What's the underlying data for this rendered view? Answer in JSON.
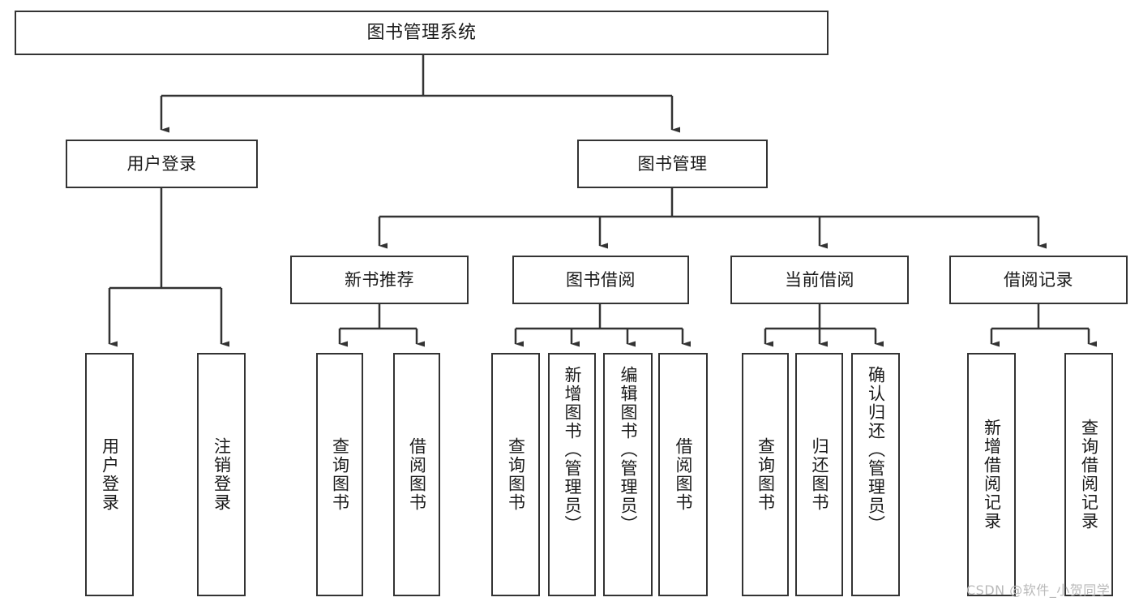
{
  "diagram": {
    "type": "tree-hierarchy-flowchart",
    "title": "图书管理系统",
    "orientation": "top-down",
    "colors": {
      "box_border": "#333333",
      "box_fill": "#ffffff",
      "edge": "#333333",
      "text": "#1a1a1a",
      "watermark": "#b9b9b9"
    },
    "levels": [
      {
        "level": 1,
        "nodes": [
          {
            "id": "root",
            "label": "图书管理系统",
            "orientation": "horizontal"
          }
        ]
      },
      {
        "level": 2,
        "nodes": [
          {
            "id": "user-login",
            "label": "用户登录",
            "orientation": "horizontal",
            "parent": "root"
          },
          {
            "id": "book-manage",
            "label": "图书管理",
            "orientation": "horizontal",
            "parent": "root"
          }
        ]
      },
      {
        "level": 3,
        "nodes": [
          {
            "id": "new-book-rec",
            "label": "新书推荐",
            "orientation": "horizontal",
            "parent": "book-manage"
          },
          {
            "id": "book-borrow",
            "label": "图书借阅",
            "orientation": "horizontal",
            "parent": "book-manage"
          },
          {
            "id": "current-borrow",
            "label": "当前借阅",
            "orientation": "horizontal",
            "parent": "book-manage"
          },
          {
            "id": "borrow-record",
            "label": "借阅记录",
            "orientation": "horizontal",
            "parent": "book-manage"
          }
        ]
      },
      {
        "level": 4,
        "nodes": [
          {
            "id": "leaf-user-login",
            "label": "用户登录",
            "orientation": "vertical",
            "parent": "user-login"
          },
          {
            "id": "leaf-logout",
            "label": "注销登录",
            "orientation": "vertical",
            "parent": "user-login"
          },
          {
            "id": "leaf-query-book-1",
            "label": "查询图书",
            "orientation": "vertical",
            "parent": "new-book-rec"
          },
          {
            "id": "leaf-borrow-book-1",
            "label": "借阅图书",
            "orientation": "vertical",
            "parent": "new-book-rec"
          },
          {
            "id": "leaf-query-book-2",
            "label": "查询图书",
            "orientation": "vertical",
            "parent": "book-borrow"
          },
          {
            "id": "leaf-add-book",
            "label": "新增图书（管理员）",
            "orientation": "vertical",
            "parent": "book-borrow"
          },
          {
            "id": "leaf-edit-book",
            "label": "编辑图书（管理员）",
            "orientation": "vertical",
            "parent": "book-borrow"
          },
          {
            "id": "leaf-borrow-book-2",
            "label": "借阅图书",
            "orientation": "vertical",
            "parent": "book-borrow"
          },
          {
            "id": "leaf-query-book-3",
            "label": "查询图书",
            "orientation": "vertical",
            "parent": "current-borrow"
          },
          {
            "id": "leaf-return-book",
            "label": "归还图书",
            "orientation": "vertical",
            "parent": "current-borrow"
          },
          {
            "id": "leaf-confirm-return",
            "label": "确认归还（管理员）",
            "orientation": "vertical",
            "parent": "current-borrow"
          },
          {
            "id": "leaf-add-record",
            "label": "新增借阅记录",
            "orientation": "vertical",
            "parent": "borrow-record"
          },
          {
            "id": "leaf-query-record",
            "label": "查询借阅记录",
            "orientation": "vertical",
            "parent": "borrow-record"
          }
        ]
      }
    ]
  },
  "watermark": {
    "text": "CSDN @软件_小贺同学"
  }
}
